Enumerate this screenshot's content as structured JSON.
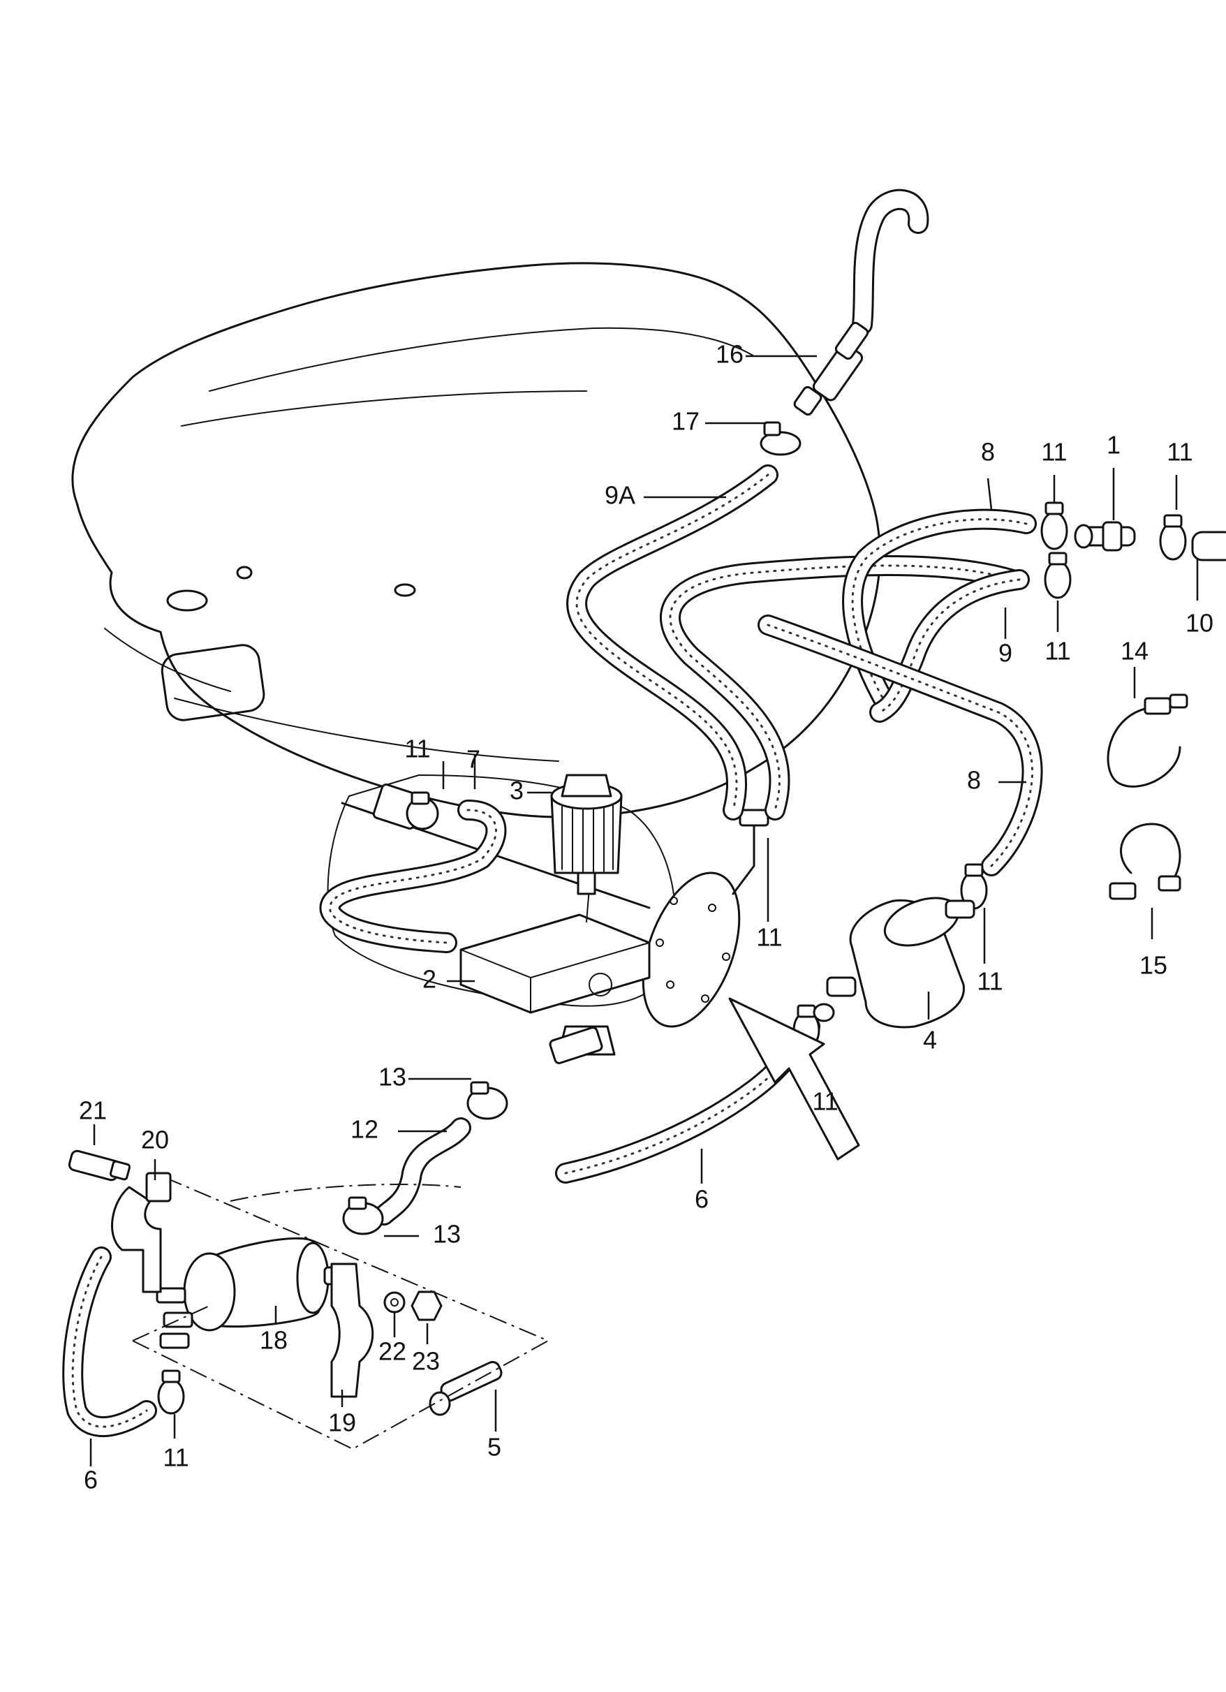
{
  "diagram": {
    "callouts": {
      "c1": "1",
      "c2": "2",
      "c3": "3",
      "c4": "4",
      "c5": "5",
      "c6a": "6",
      "c6b": "6",
      "c7": "7",
      "c8a": "8",
      "c8b": "8",
      "c9": "9",
      "c9a": "9A",
      "c10": "10",
      "c11a": "11",
      "c11b": "11",
      "c11c": "11",
      "c11d": "11",
      "c11e": "11",
      "c11f": "11",
      "c11g": "11",
      "c11h": "11",
      "c12": "12",
      "c13a": "13",
      "c13b": "13",
      "c14": "14",
      "c15": "15",
      "c16": "16",
      "c17": "17",
      "c18": "18",
      "c19": "19",
      "c20": "20",
      "c21": "21",
      "c22": "22",
      "c23": "23"
    }
  }
}
